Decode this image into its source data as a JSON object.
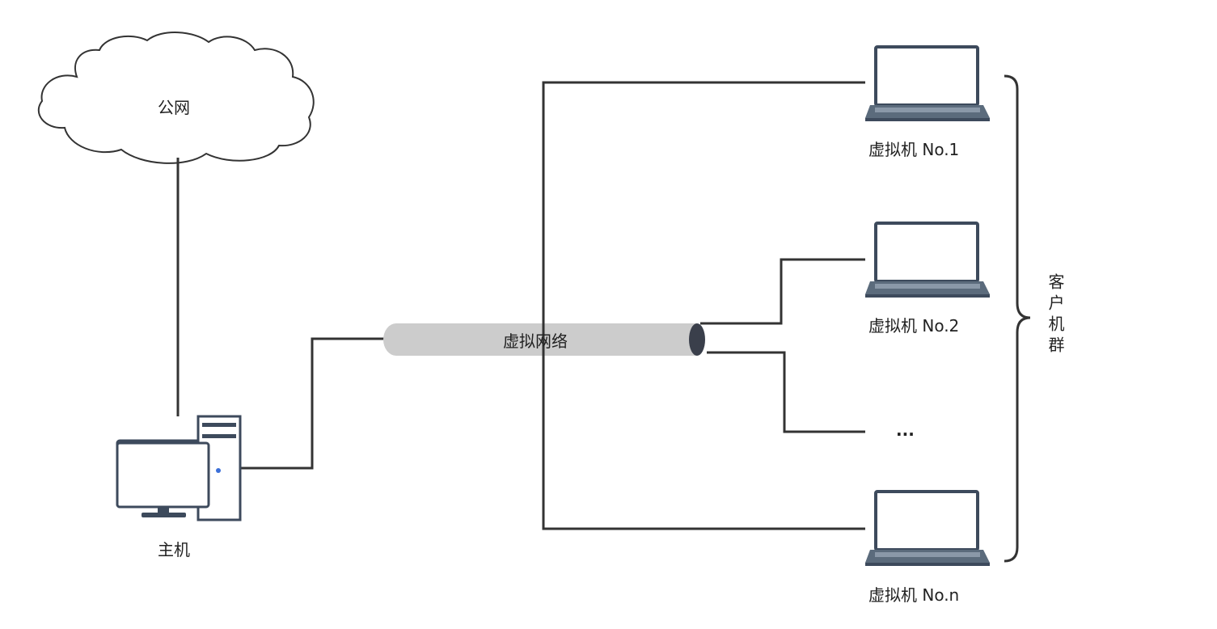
{
  "labels": {
    "public_network": "公网",
    "host": "主机",
    "virtual_network": "虚拟网络",
    "vm1": "虚拟机 No.1",
    "vm2": "虚拟机 No.2",
    "ellipsis": "...",
    "vmn": "虚拟机 No.n",
    "client_group": "客户机群"
  },
  "colors": {
    "line": "#333333",
    "pipe_fill": "#cccccc",
    "pipe_end": "#3a3f4b",
    "device_frame": "#3d4a5c",
    "screen_fill": "#ffffff",
    "keyboard": "#5b6b7c",
    "power_led": "#3b6fd8"
  }
}
